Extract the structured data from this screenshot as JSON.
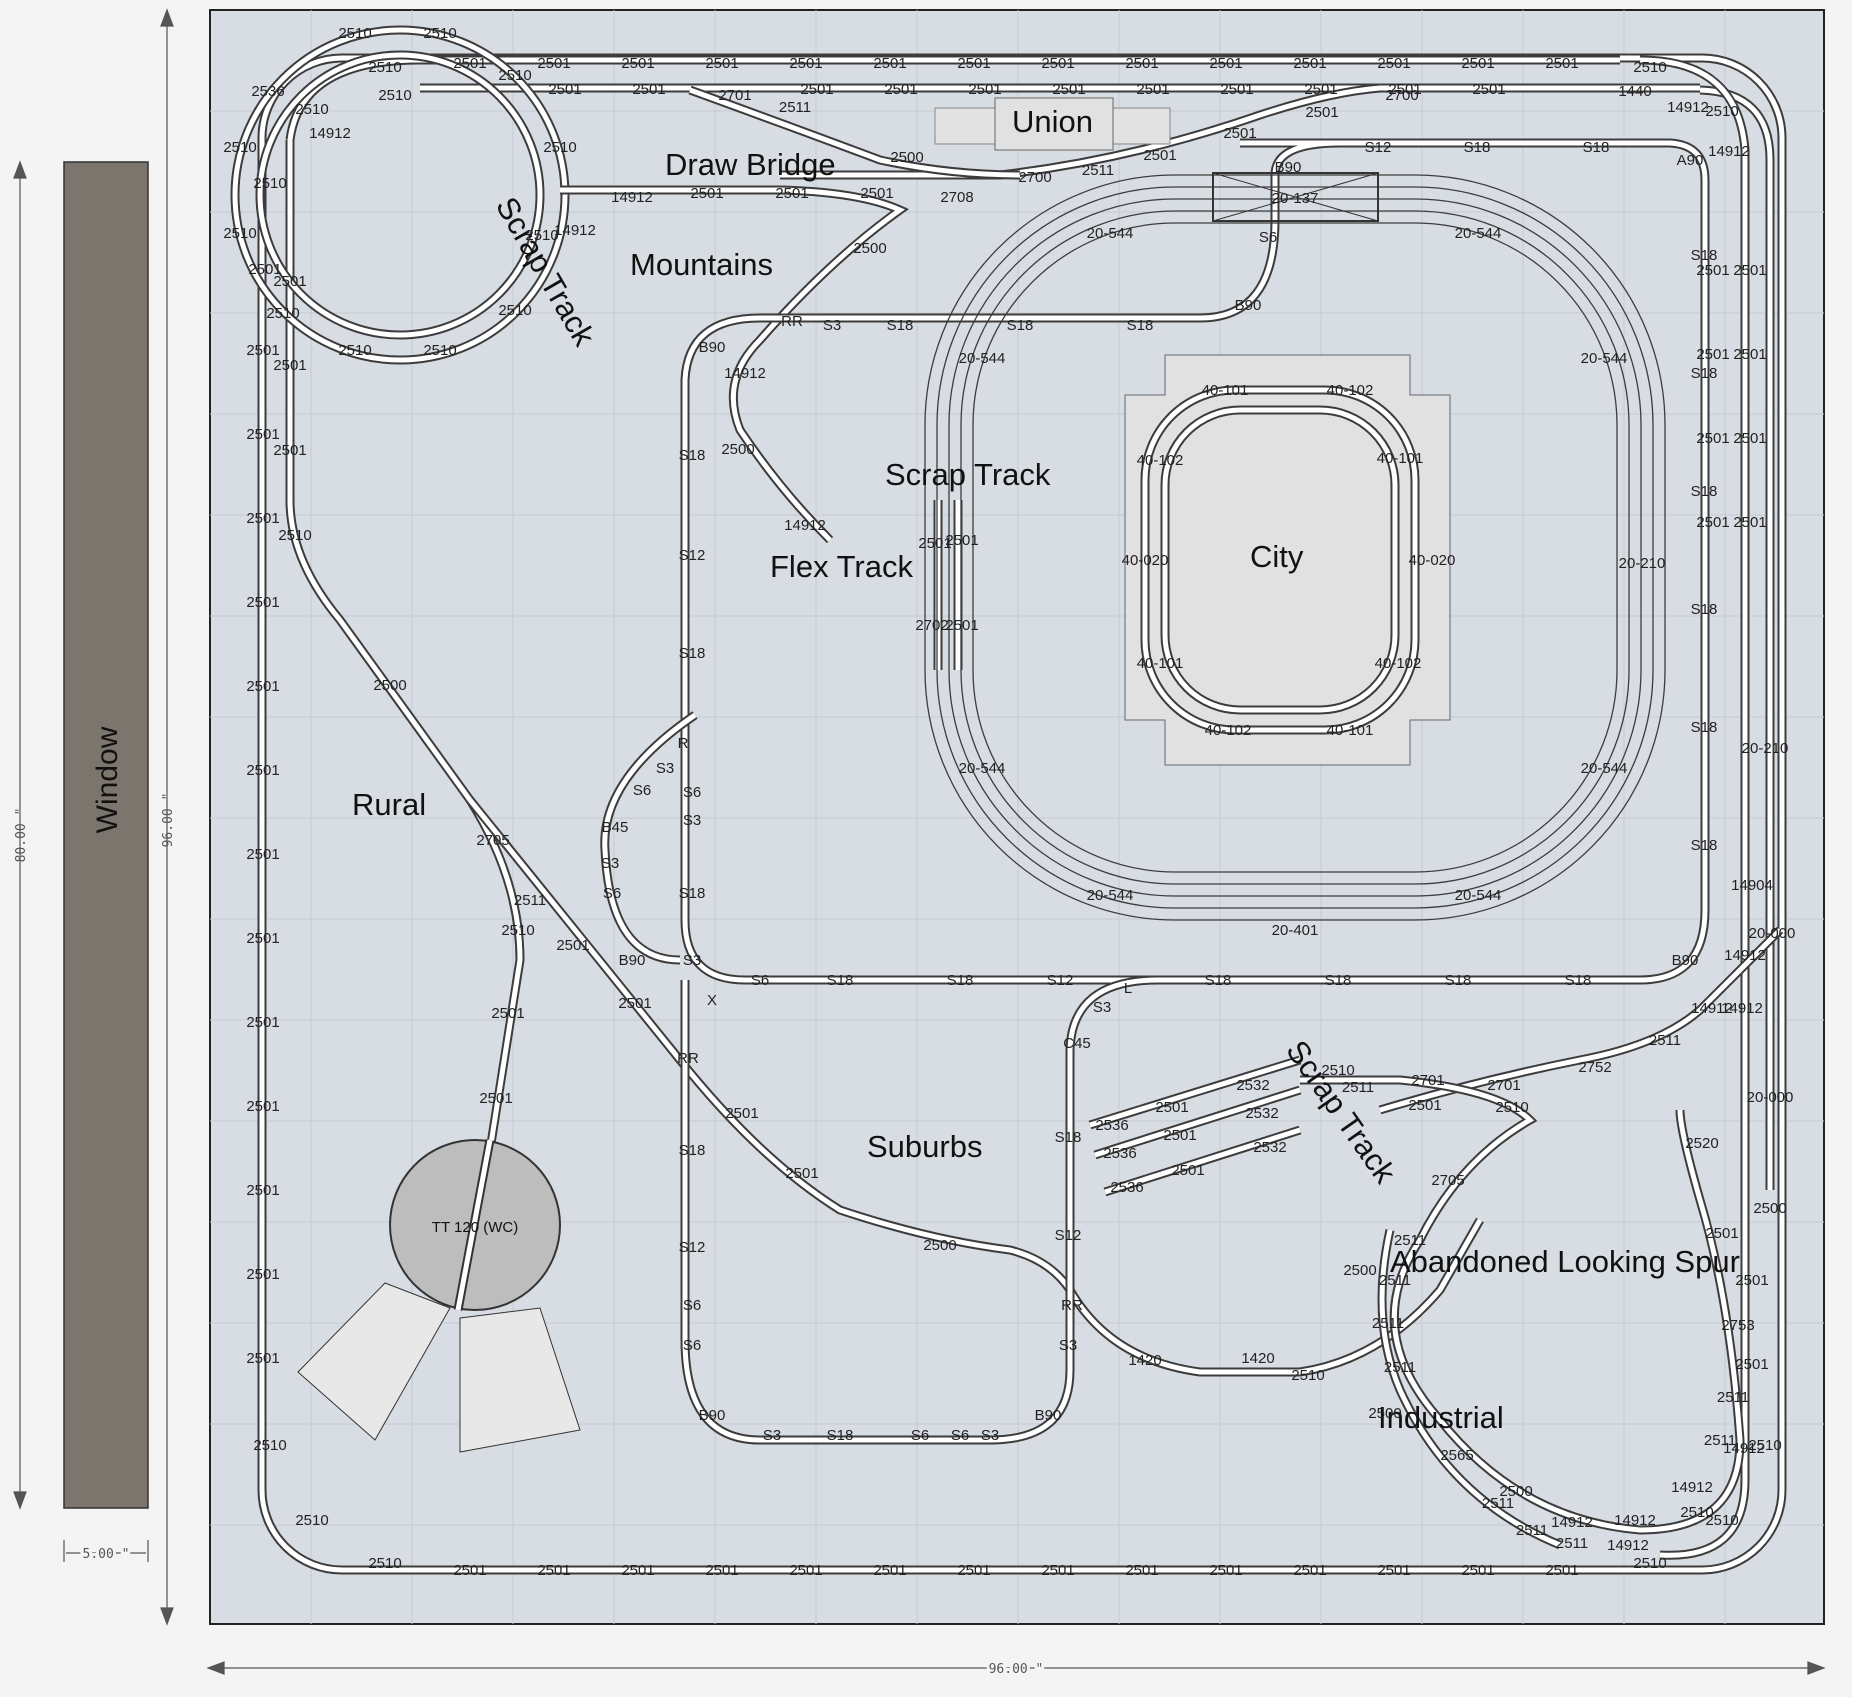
{
  "window_label": "Window",
  "dimensions": {
    "window_width": "5.00 \"",
    "window_height": "80.00 \"",
    "board_height": "96.00 \"",
    "board_width": "96.00 \""
  },
  "areas": {
    "union": "Union",
    "draw_bridge": "Draw Bridge",
    "mountains": "Mountains",
    "scrap_track_left": "Scrap Track",
    "scrap_track_center": "Scrap Track",
    "scrap_track_right": "Scrap Track",
    "flex_track": "Flex Track",
    "city": "City",
    "rural": "Rural",
    "suburbs": "Suburbs",
    "abandoned_spur": "Abandoned Looking Spur",
    "industrial": "Industrial"
  },
  "turntable_label": "TT 120 (WC)",
  "colors": {
    "board": "#d7dde3",
    "window": "#7b756d",
    "track": "#3c3c3c",
    "station": "#e1e1e1"
  },
  "track_labels": {
    "left_edge": "2501",
    "top_edge": "2501",
    "bottom_edge": "2501",
    "right_outer": "2501",
    "right_inner": "2501",
    "right_edge": "2501",
    "mid_right": "S18",
    "upper_left_curves": "2510",
    "corner_curves": "2510",
    "a1": "2536",
    "a2": "14912",
    "a3": "14912",
    "a4": "14912",
    "a5": "14912",
    "b1": "2701",
    "b2": "2511",
    "b3": "2500",
    "b4": "2700",
    "b5": "2511",
    "b6": "2501",
    "b7": "2501",
    "b8": "2700",
    "b9": "2501",
    "b10": "2708",
    "b11": "2500",
    "b12": "1440",
    "b13": "14912",
    "b14": "2510",
    "c1": "B90",
    "c2": "S12",
    "c3": "S18",
    "c4": "A90",
    "c5": "20-137",
    "c6": "S6",
    "c7": "B90",
    "c8": "RR",
    "c9": "S3",
    "c10": "B90",
    "d1": "20-544",
    "d2": "20-210",
    "d3": "20-401",
    "e1": "40-101",
    "e2": "40-102",
    "e3": "40-020",
    "f1": "2501",
    "f2": "2702",
    "f3": "S12",
    "f4": "14912",
    "f5": "2500",
    "g1": "R",
    "g2": "S3",
    "g3": "S6",
    "g4": "B45",
    "g5": "S3",
    "g6": "S6",
    "g7": "B90",
    "g8": "S3",
    "g9": "S6",
    "g10": "S18",
    "g11": "S12",
    "g12": "X",
    "g13": "L",
    "h1": "2705",
    "h2": "2511",
    "h3": "2510",
    "h4": "2501",
    "h5": "2500",
    "i1": "RR",
    "i2": "S3",
    "i3": "B90",
    "i4": "C45",
    "j1": "2532",
    "j2": "2536",
    "j3": "2501",
    "j4": "2510",
    "j5": "2511",
    "j6": "2701",
    "j7": "2752",
    "j8": "2511",
    "k1": "1420",
    "k2": "2500",
    "k3": "2511",
    "k4": "2520",
    "k5": "2753",
    "k6": "2565",
    "k7": "14904",
    "k8": "20-000",
    "k9": "20-210",
    "k10": "2500",
    "k11": "2511",
    "k12": "2510"
  }
}
